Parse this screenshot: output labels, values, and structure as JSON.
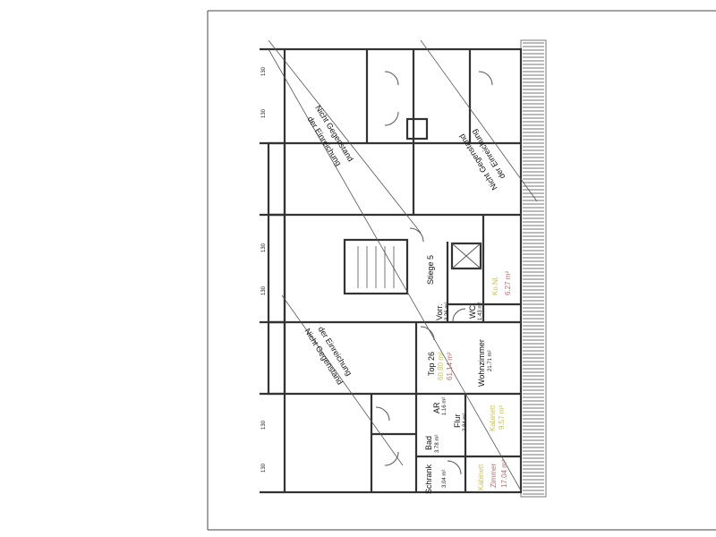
{
  "plan": {
    "note": "Nicht Gegenstand der Einreichung",
    "note_line1": "Nicht Gegenstand",
    "note_line2": "der Einreichung",
    "stair": "Stiege 5",
    "unit": {
      "name": "Top 26",
      "area_1": "60,80 m²",
      "area_2": "61,14 m²"
    },
    "rooms": [
      {
        "name": "Vorr.",
        "area": "3.26 m²"
      },
      {
        "name": "WC",
        "area": "1.43 m²"
      },
      {
        "name": "Ko.Nl.",
        "area": "6.27 m²"
      },
      {
        "name": "Wohnzimmer",
        "area": "21.71 m²"
      },
      {
        "name": "AR",
        "area": "1.16 m²"
      },
      {
        "name": "Flur",
        "area": "2.84 m²"
      },
      {
        "name": "Bad",
        "area": "3.78 m²"
      },
      {
        "name": "Schrank",
        "area": "3.04 m²"
      },
      {
        "name": "Kabinett",
        "area": "9.57 m²"
      },
      {
        "name": "Zimmer",
        "area": "17.04 m²"
      }
    ],
    "dimension": "130"
  }
}
